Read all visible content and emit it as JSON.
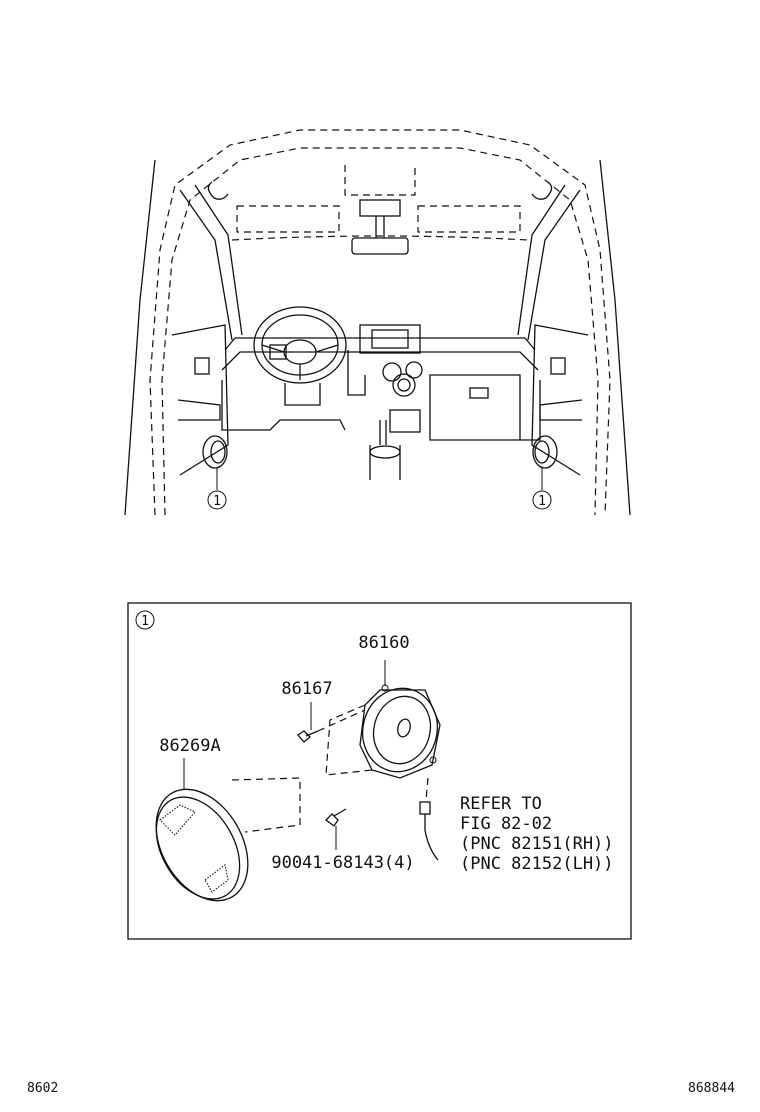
{
  "callout_marker": "1",
  "detail": {
    "marker": "1",
    "parts": [
      {
        "id": "speaker",
        "label": "86160"
      },
      {
        "id": "screw",
        "label": "86167"
      },
      {
        "id": "grille",
        "label": "86269A"
      },
      {
        "id": "clip",
        "label": "90041-68143(4)"
      }
    ],
    "refer": [
      "REFER TO",
      "FIG 82-02",
      "(PNC 82151(RH))",
      "(PNC 82152(LH))"
    ]
  },
  "footer": {
    "left": "8602",
    "right": "868844"
  }
}
